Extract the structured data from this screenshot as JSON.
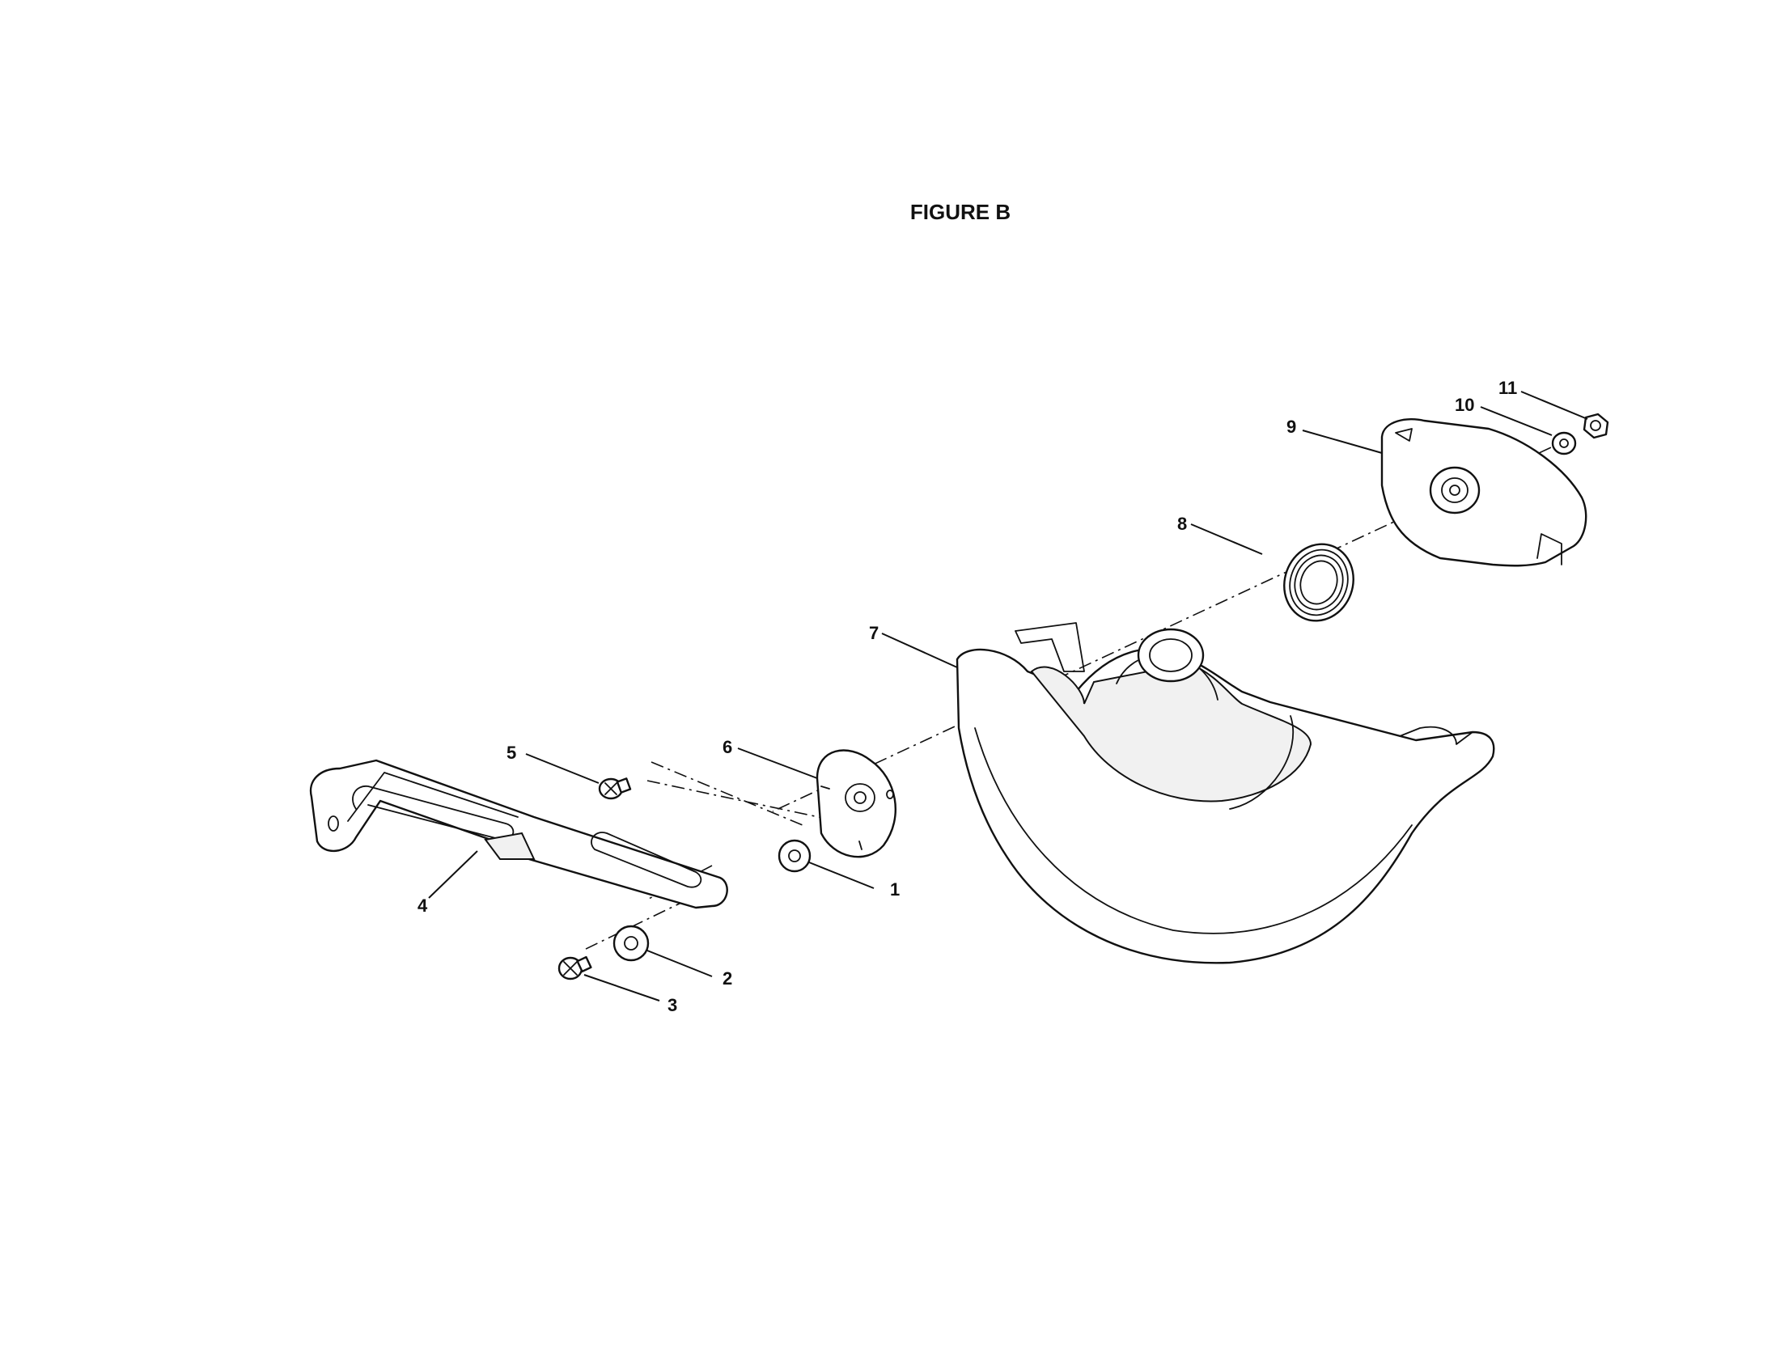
{
  "figure": {
    "title": "FIGURE B"
  },
  "parts": [
    {
      "id": "1",
      "label": "1",
      "icon": "washer-icon"
    },
    {
      "id": "2",
      "label": "2",
      "icon": "washer-icon"
    },
    {
      "id": "3",
      "label": "3",
      "icon": "screw-icon"
    },
    {
      "id": "4",
      "label": "4",
      "icon": "link-arm-icon"
    },
    {
      "id": "5",
      "label": "5",
      "icon": "screw-icon"
    },
    {
      "id": "6",
      "label": "6",
      "icon": "flange-plate-icon"
    },
    {
      "id": "7",
      "label": "7",
      "icon": "lower-blade-guard-icon"
    },
    {
      "id": "8",
      "label": "8",
      "icon": "spring-icon"
    },
    {
      "id": "9",
      "label": "9",
      "icon": "guard-cover-icon"
    },
    {
      "id": "10",
      "label": "10",
      "icon": "washer-icon"
    },
    {
      "id": "11",
      "label": "11",
      "icon": "hex-nut-icon"
    }
  ]
}
